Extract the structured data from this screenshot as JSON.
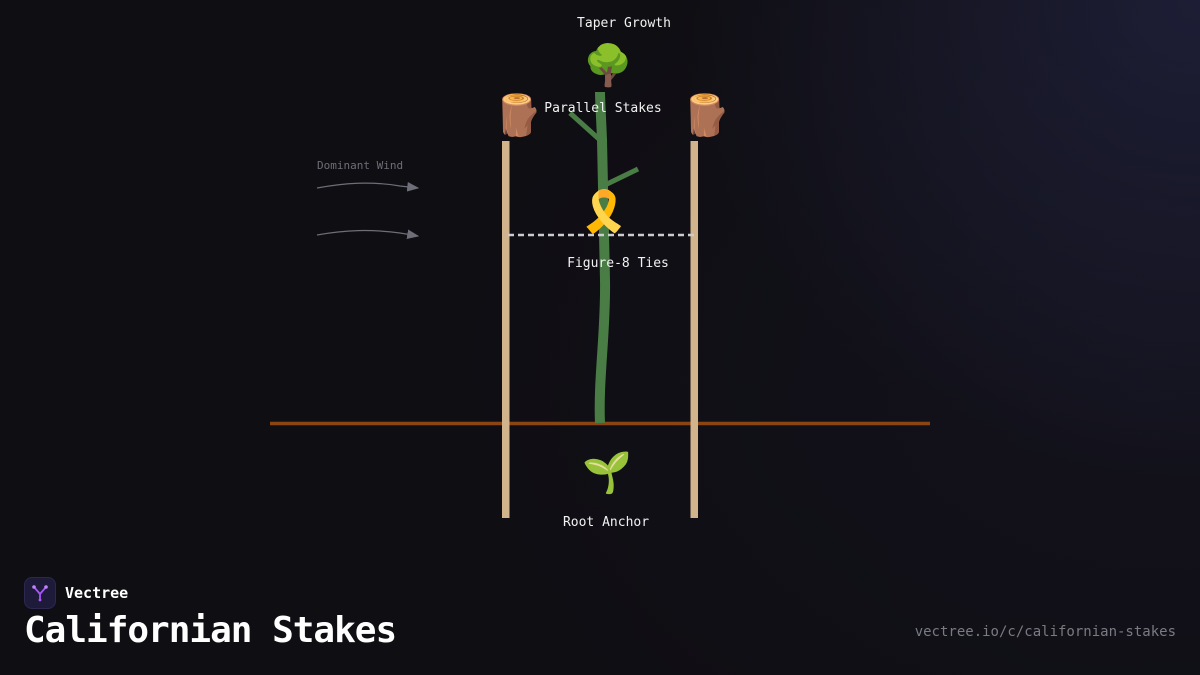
{
  "diagram": {
    "labels": {
      "taper_growth": "Taper Growth",
      "parallel_stakes": "Parallel Stakes",
      "figure8_ties": "Figure-8 Ties",
      "root_anchor": "Root Anchor",
      "dominant_wind": "Dominant Wind"
    },
    "icons": {
      "tree": "🌳",
      "stake_left": "🪵",
      "stake_right": "🪵",
      "ribbon": "🎗️",
      "seedling": "🌱"
    },
    "colors": {
      "stem": "#4a7d45",
      "stake": "#d2b48c",
      "ground": "#8b4513",
      "tie": "#cccccc",
      "wind": "#6e6e78"
    }
  },
  "footer": {
    "brand_name": "Vectree",
    "title": "Californian Stakes",
    "url": "vectree.io/c/californian-stakes"
  }
}
